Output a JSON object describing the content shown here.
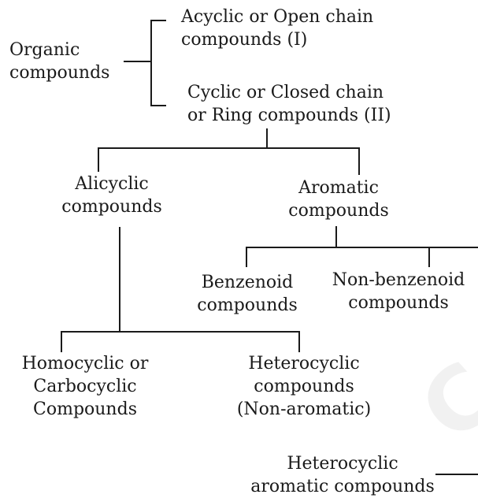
{
  "nodes": {
    "organic": {
      "line1": "Organic",
      "line2": "compounds"
    },
    "acyclic": {
      "line1": "Acyclic or Open chain",
      "line2": "compounds (I)"
    },
    "cyclic": {
      "line1": "Cyclic or Closed chain",
      "line2": "or Ring compounds (II)"
    },
    "alicyclic": {
      "line1": "Alicyclic",
      "line2": "compounds"
    },
    "aromatic": {
      "line1": "Aromatic",
      "line2": "compounds"
    },
    "benzenoid": {
      "line1": "Benzenoid",
      "line2": "compounds"
    },
    "non_benzenoid": {
      "line1": "Non-benzenoid",
      "line2": "compounds"
    },
    "homocyclic": {
      "line1": "Homocyclic or",
      "line2": "Carbocyclic",
      "line3": "Compounds"
    },
    "heterocyclic_nonaromatic": {
      "line1": "Heterocyclic",
      "line2": "compounds",
      "line3": "(Non-aromatic)"
    },
    "heterocyclic_aromatic": {
      "line1": "Heterocyclic",
      "line2": "aromatic compounds"
    }
  },
  "watermark": "C"
}
